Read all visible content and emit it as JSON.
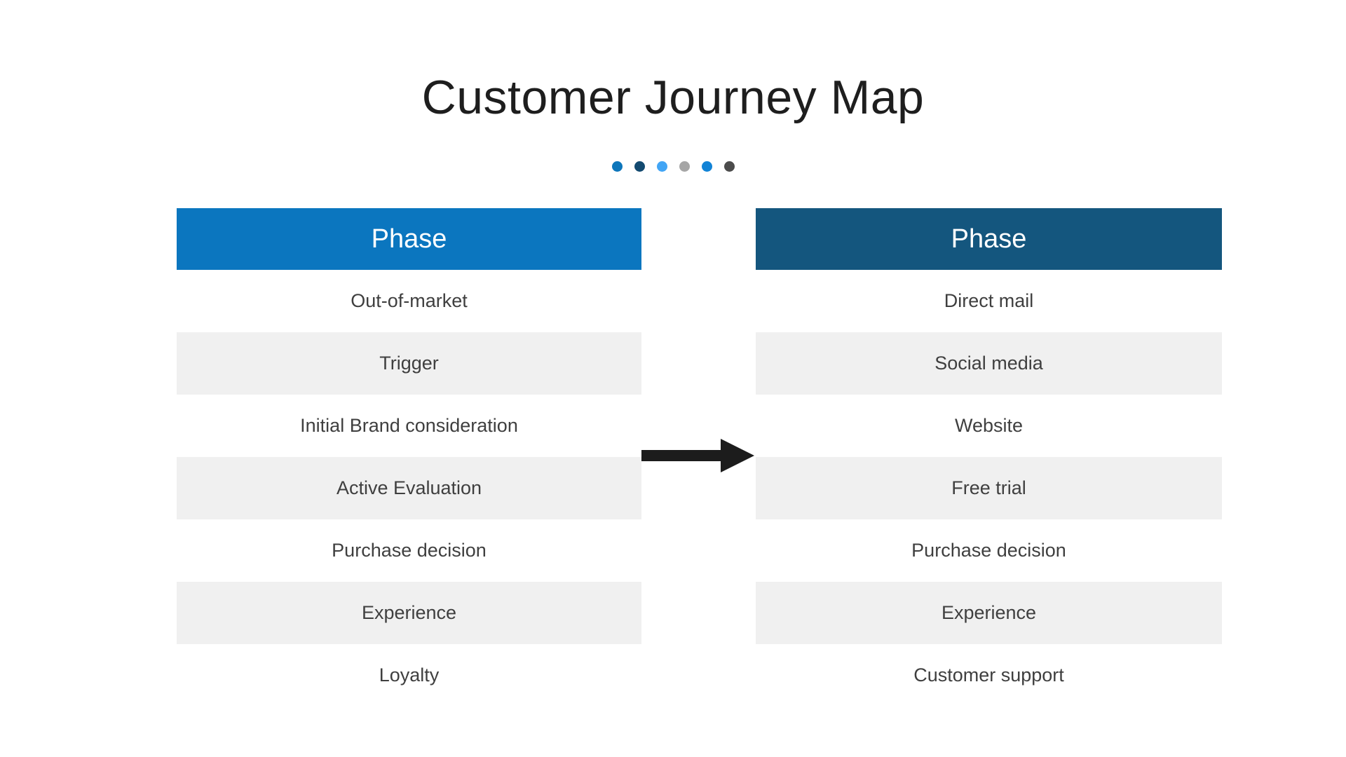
{
  "page": {
    "title": "Customer Journey Map",
    "background": "#ffffff",
    "title_color": "#1e1e1e"
  },
  "progress_dots": {
    "colors": [
      "#0d76bb",
      "#134a70",
      "#42a5f5",
      "#a6a6a6",
      "#1183d6",
      "#4c4c4c"
    ]
  },
  "arrow": {
    "direction": "right",
    "color": "#1c1c1c"
  },
  "colors": {
    "row_alt_background": "#f0f0f0",
    "row_text": "#3f3f3f"
  },
  "columns": [
    {
      "header": {
        "label": "Phase",
        "background": "#0b76bf",
        "text_color": "#ffffff"
      },
      "rows": [
        {
          "label": "Out-of-market"
        },
        {
          "label": "Trigger"
        },
        {
          "label": "Initial Brand consideration"
        },
        {
          "label": "Active Evaluation"
        },
        {
          "label": "Purchase decision"
        },
        {
          "label": "Experience"
        },
        {
          "label": "Loyalty"
        }
      ]
    },
    {
      "header": {
        "label": "Phase",
        "background": "#14567e",
        "text_color": "#ffffff"
      },
      "rows": [
        {
          "label": "Direct mail"
        },
        {
          "label": "Social media"
        },
        {
          "label": "Website"
        },
        {
          "label": "Free trial"
        },
        {
          "label": "Purchase decision"
        },
        {
          "label": "Experience"
        },
        {
          "label": "Customer support"
        }
      ]
    }
  ]
}
